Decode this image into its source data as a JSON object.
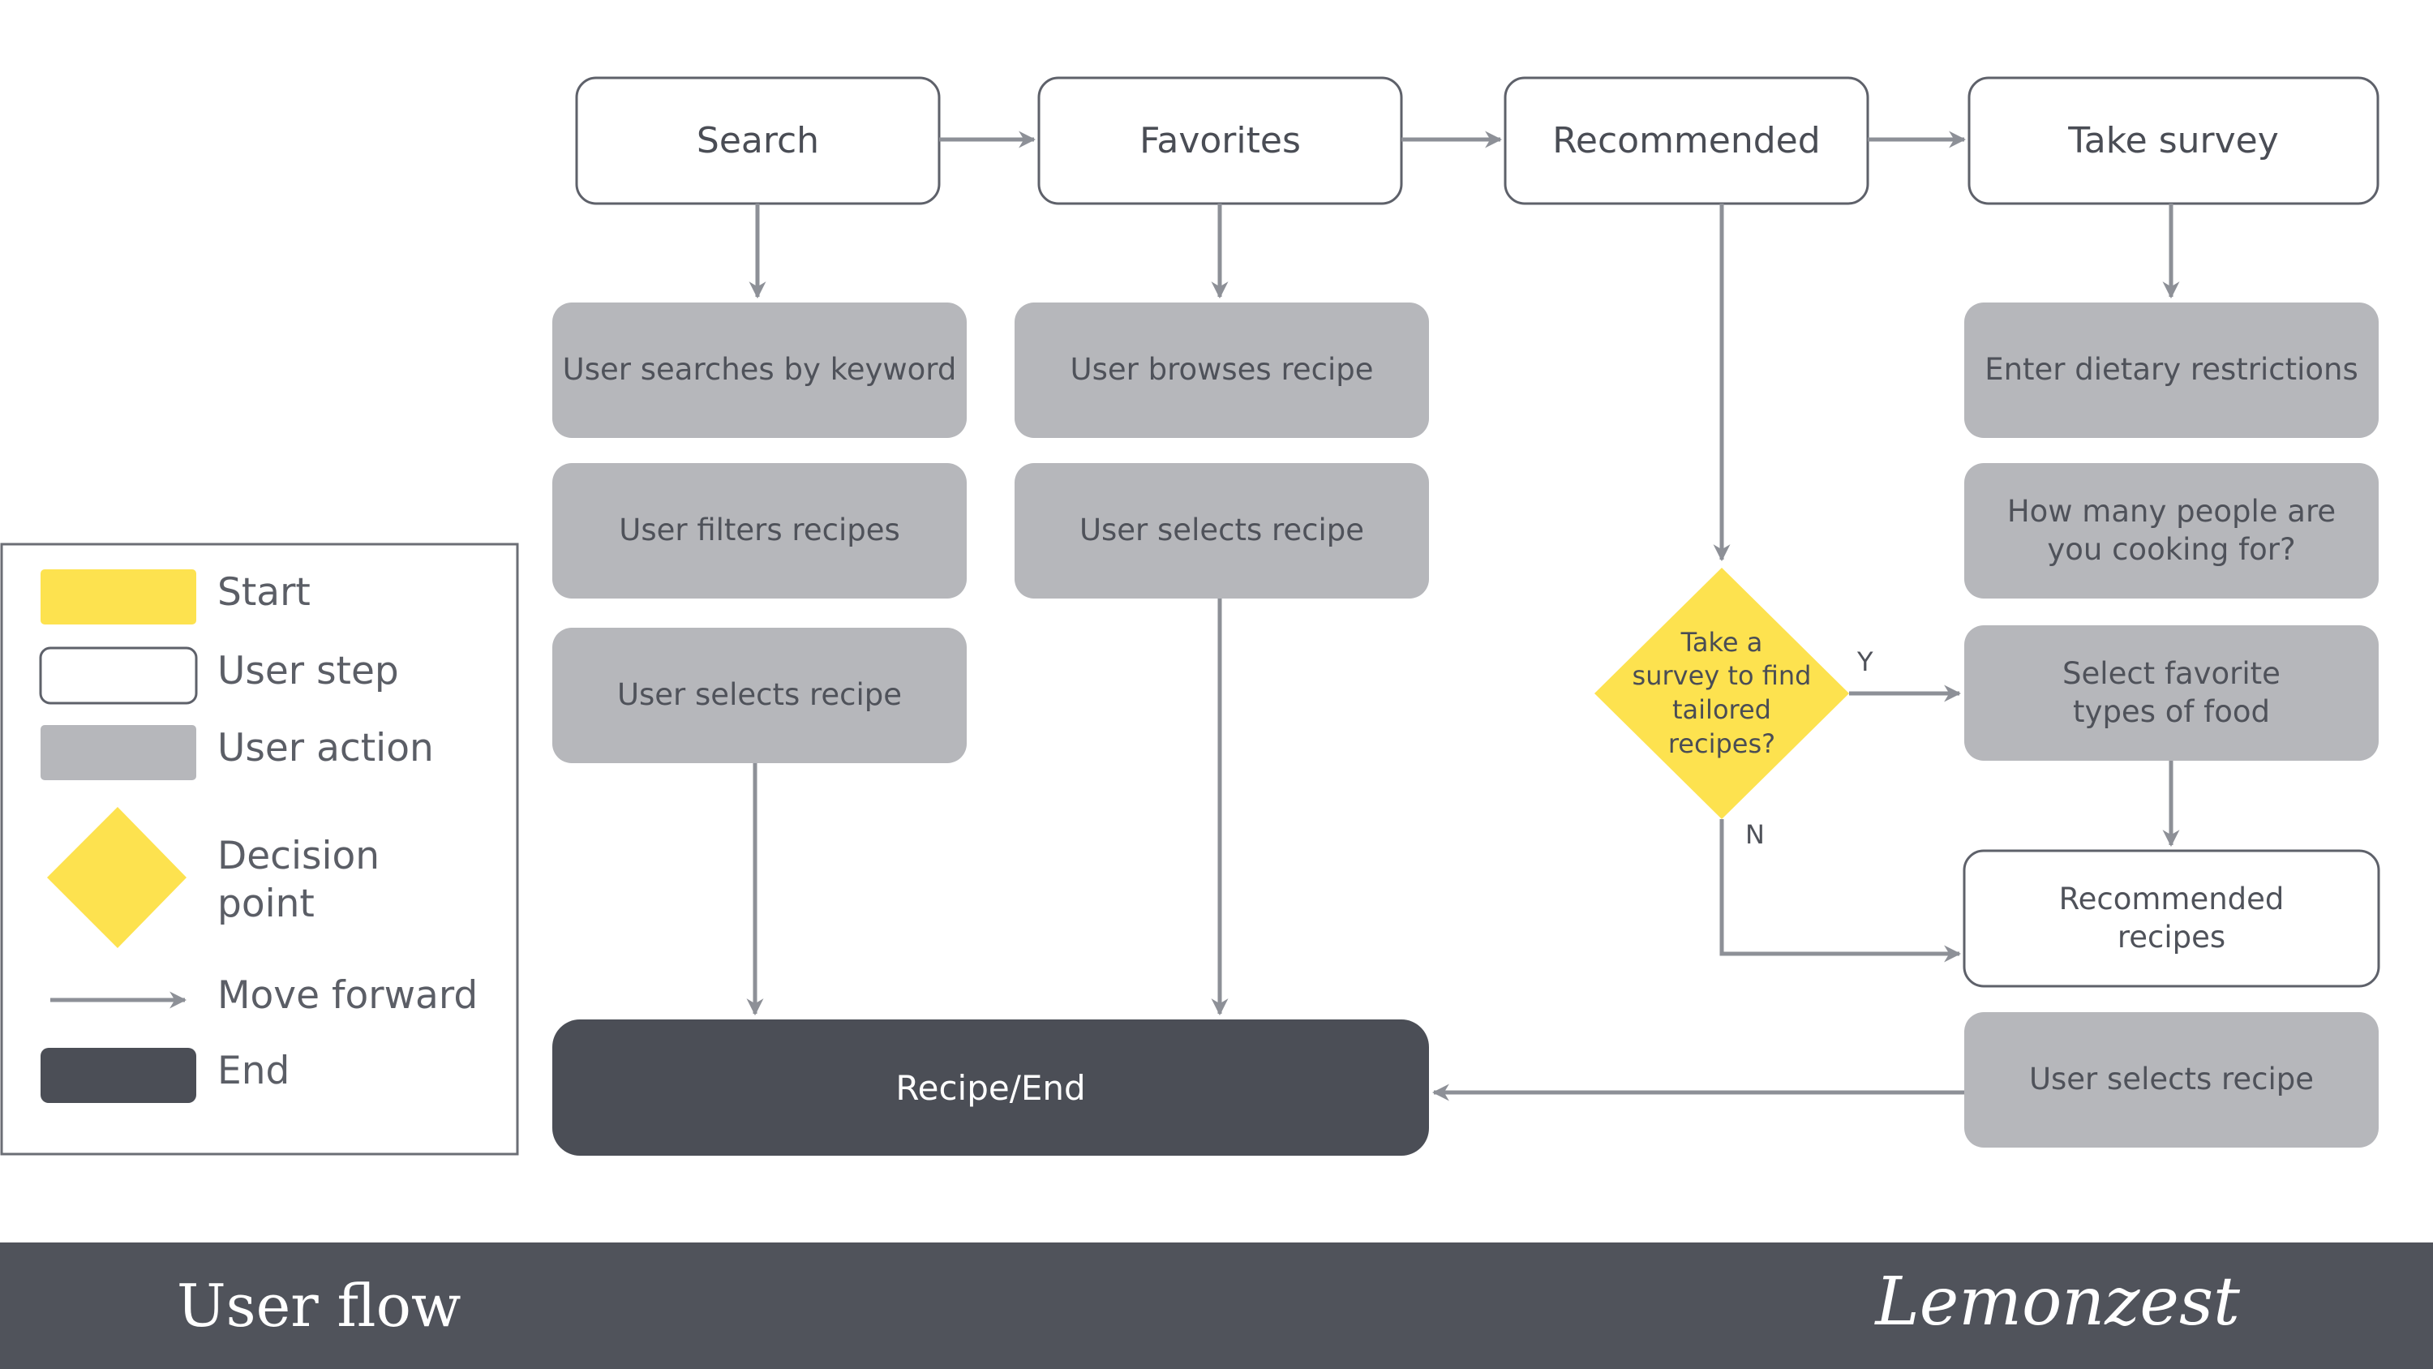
{
  "colors": {
    "start": "#fde24f",
    "user_step_fill": "#ffffff",
    "user_step_border": "#5e616a",
    "user_action": "#b6b7bb",
    "decision": "#fde24f",
    "end": "#4b4e56",
    "arrow": "#8d9097",
    "footer": "#50535b"
  },
  "steps": {
    "search": "Search",
    "favorites": "Favorites",
    "recommended": "Recommended",
    "take_survey": "Take survey"
  },
  "actions": {
    "search_keyword": "User searches by keyword",
    "search_filters": "User filters recipes",
    "search_select": "User selects recipe",
    "fav_browse": "User browses recipe",
    "fav_select": "User selects recipe",
    "survey_dietary": "Enter dietary restrictions",
    "survey_people": "How many people are\nyou cooking for?",
    "survey_food": "Select favorite\ntypes of food",
    "rec_select": "User selects recipe"
  },
  "recommended_recipes": "Recommended\nrecipes",
  "decision": {
    "label": "Take a\nsurvey to find\ntailored\nrecipes?",
    "yes": "Y",
    "no": "N"
  },
  "end": "Recipe/End",
  "legend": {
    "start": "Start",
    "user_step": "User step",
    "user_action": "User action",
    "decision": "Decision\npoint",
    "move_forward": "Move forward",
    "end": "End"
  },
  "footer": {
    "title": "User flow",
    "brand": "Lemonzest"
  }
}
